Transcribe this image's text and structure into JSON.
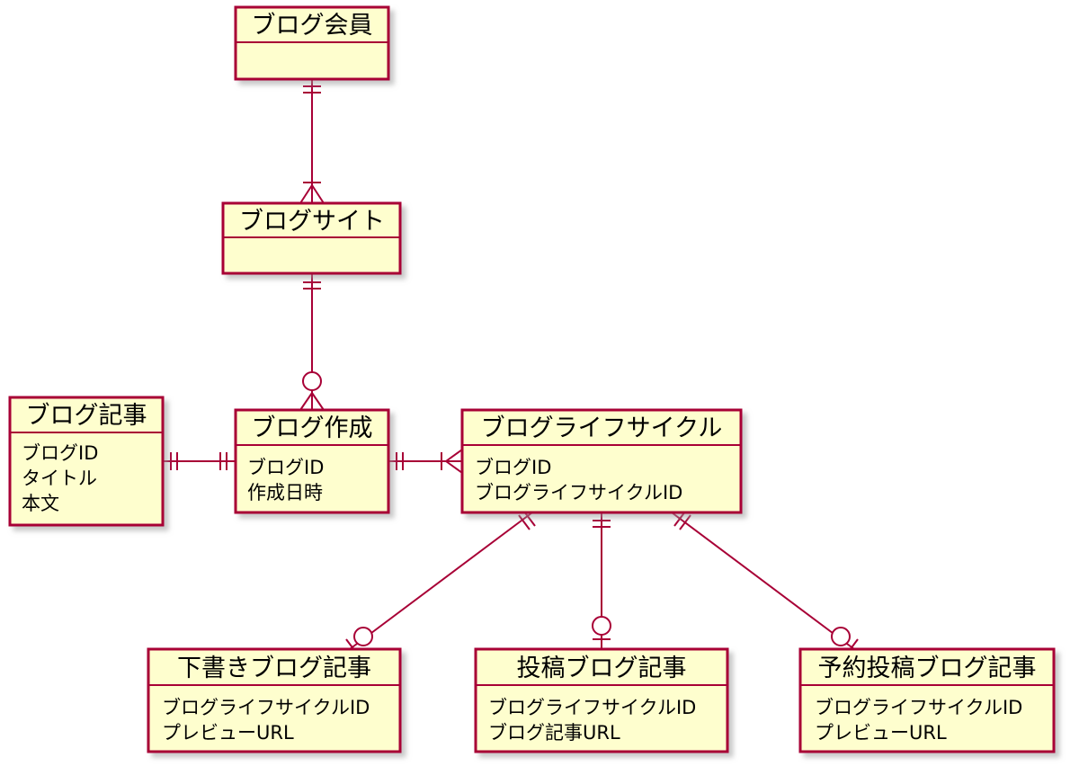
{
  "colors": {
    "entity_fill": "#fefece",
    "border": "#a80036",
    "shadow": "#b4b4b4",
    "text": "#000000"
  },
  "entities": {
    "blog_member": {
      "title": "ブログ会員",
      "attributes": []
    },
    "blog_site": {
      "title": "ブログサイト",
      "attributes": []
    },
    "blog_article": {
      "title": "ブログ記事",
      "attributes": [
        "ブログID",
        "タイトル",
        "本文"
      ]
    },
    "blog_creation": {
      "title": "ブログ作成",
      "attributes": [
        "ブログID",
        "作成日時"
      ]
    },
    "blog_lifecycle": {
      "title": "ブログライフサイクル",
      "attributes": [
        "ブログID",
        "ブログライフサイクルID"
      ]
    },
    "draft_article": {
      "title": "下書きブログ記事",
      "attributes": [
        "ブログライフサイクルID",
        "プレビューURL"
      ]
    },
    "posted_article": {
      "title": "投稿ブログ記事",
      "attributes": [
        "ブログライフサイクルID",
        "ブログ記事URL"
      ]
    },
    "scheduled_article": {
      "title": "予約投稿ブログ記事",
      "attributes": [
        "ブログライフサイクルID",
        "プレビューURL"
      ]
    }
  },
  "relationships": [
    {
      "from": "blog_member",
      "to": "blog_site",
      "from_cardinality": "exactly-one",
      "to_cardinality": "one-or-many"
    },
    {
      "from": "blog_site",
      "to": "blog_creation",
      "from_cardinality": "exactly-one",
      "to_cardinality": "zero-or-many"
    },
    {
      "from": "blog_article",
      "to": "blog_creation",
      "from_cardinality": "exactly-one",
      "to_cardinality": "exactly-one"
    },
    {
      "from": "blog_creation",
      "to": "blog_lifecycle",
      "from_cardinality": "exactly-one",
      "to_cardinality": "one-or-many"
    },
    {
      "from": "blog_lifecycle",
      "to": "draft_article",
      "from_cardinality": "exactly-one",
      "to_cardinality": "zero-or-one"
    },
    {
      "from": "blog_lifecycle",
      "to": "posted_article",
      "from_cardinality": "exactly-one",
      "to_cardinality": "zero-or-one"
    },
    {
      "from": "blog_lifecycle",
      "to": "scheduled_article",
      "from_cardinality": "exactly-one",
      "to_cardinality": "zero-or-one"
    }
  ]
}
